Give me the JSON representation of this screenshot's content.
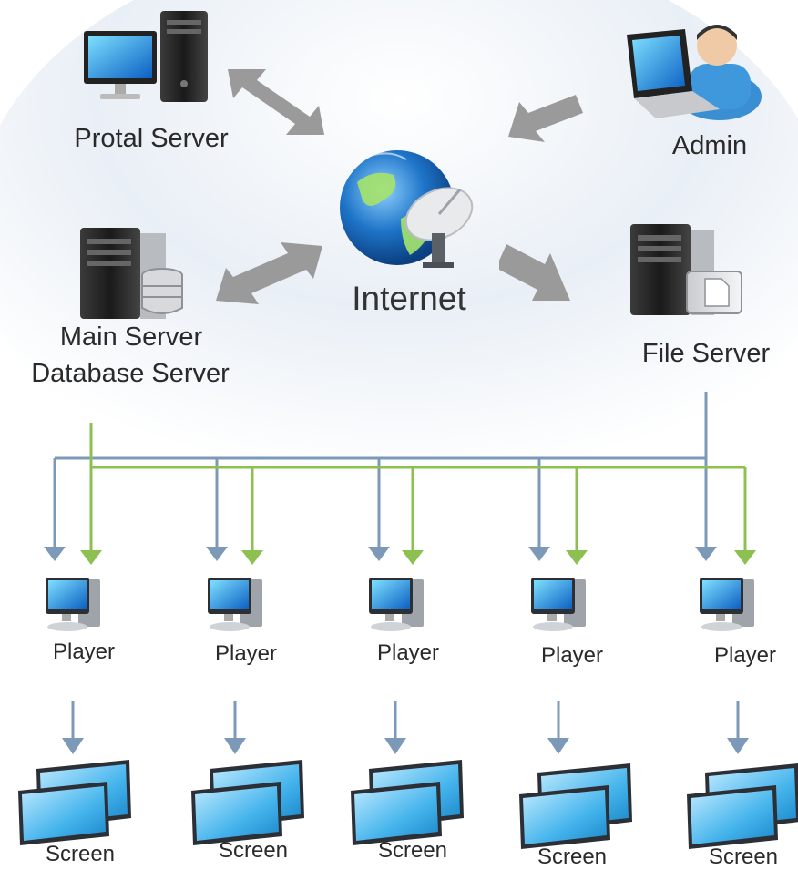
{
  "nodes": {
    "portal_server": "Protal Server",
    "admin": "Admin",
    "internet": "Internet",
    "main_server": [
      "Main Server",
      "Database Server"
    ],
    "file_server": "File Server"
  },
  "players": [
    "Player",
    "Player",
    "Player",
    "Player",
    "Player"
  ],
  "screens": [
    "Screen",
    "Screen",
    "Screen",
    "Screen",
    "Screen"
  ],
  "colors": {
    "file_line": "#7c9ab8",
    "main_line": "#8cc152",
    "gray_arrow": "#9a9a9a",
    "screen_blue": "#3aa7e3",
    "globe_blue": "#1c6fc6",
    "sky": "#e6edf5"
  },
  "icons": {
    "portal": "desktop-computer-icon",
    "admin": "admin-laptop-icon",
    "internet": "globe-satellite-icon",
    "main": "server-database-icon",
    "file": "file-server-icon",
    "player": "player-computer-icon",
    "screen": "double-screen-icon"
  }
}
